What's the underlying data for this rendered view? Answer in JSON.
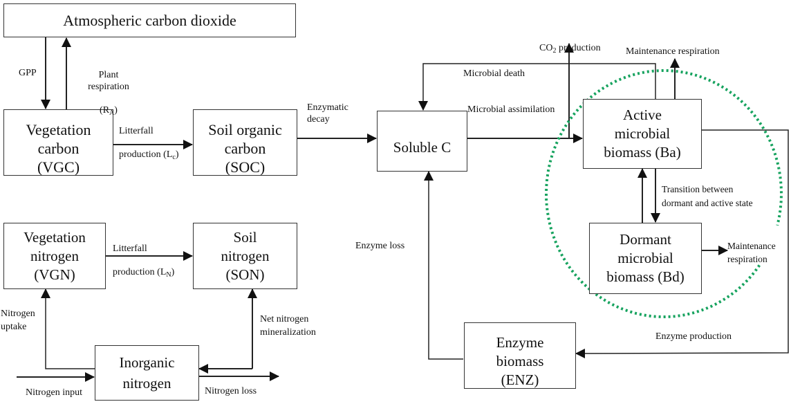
{
  "diagram": {
    "nodes": {
      "atm": "Atmospheric carbon dioxide",
      "vgc": "Vegetation\ncarbon\n(VGC)",
      "soc": "Soil organic\ncarbon\n(SOC)",
      "vgn": "Vegetation\nnitrogen\n(VGN)",
      "son": "Soil\nnitrogen\n(SON)",
      "inorg": "Inorganic\nnitrogen",
      "soluble": "Soluble C",
      "active": "Active\nmicrobial\nbiomass (Ba)",
      "dormant": "Dormant\nmicrobial\nbiomass (Bd)",
      "enzyme": "Enzyme\nbiomass\n(ENZ)"
    },
    "labels": {
      "gpp": "GPP",
      "plant_resp": "Plant\nrespiration",
      "plant_resp_sym": "(R",
      "plant_resp_sub": "A",
      "litter_c_1": "Litterfall",
      "litter_c_2": "production (L",
      "litter_c_sub": "c",
      "litter_n_1": "Litterfall",
      "litter_n_2": "production (L",
      "litter_n_sub": "N",
      "enz_decay": "Enzymatic\ndecay",
      "co2_prefix": "CO",
      "co2_sub": "2",
      "co2_suffix": " production",
      "maint_resp_top": "Maintenance respiration",
      "microbial_death": "Microbial death",
      "microbial_assim": "Microbial assimilation",
      "transition": "Transition between\ndormant and active state",
      "maint_resp_right": "Maintenance\nrespiration",
      "enzyme_loss": "Enzyme loss",
      "enzyme_prod": "Enzyme production",
      "n_uptake": "Nitrogen\nuptake",
      "net_min": "Net nitrogen\nmineralization",
      "n_input": "Nitrogen input",
      "n_loss": "Nitrogen loss"
    },
    "colors": {
      "line": "#222222",
      "microbial_circle": "#17a35f"
    }
  }
}
